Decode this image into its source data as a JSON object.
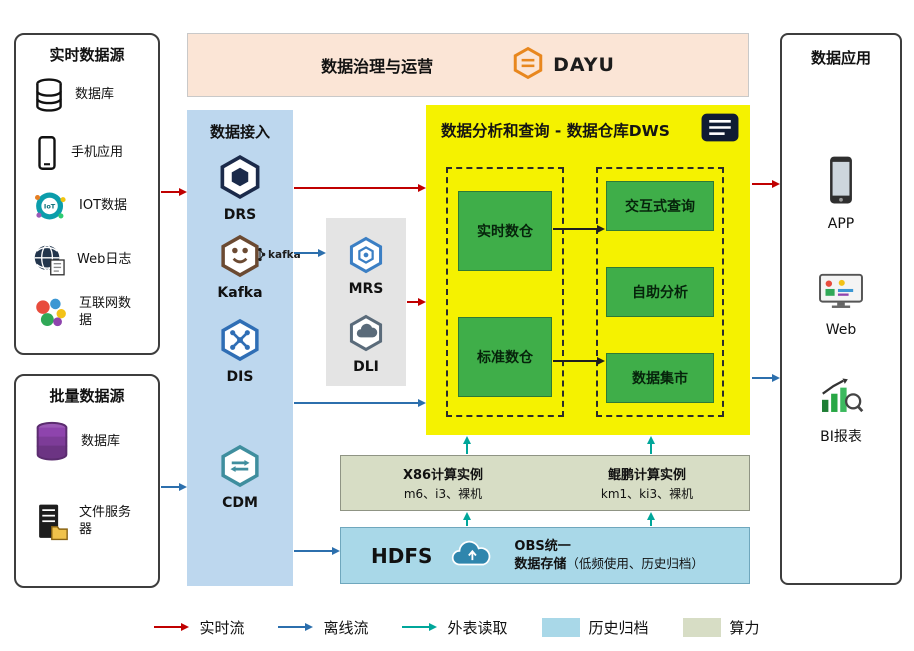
{
  "colors": {
    "realtime_flow": "#c00000",
    "offline_flow": "#2c6fad",
    "external_read": "#00a69a",
    "governance_bg": "#fbe5d6",
    "access_bg": "#bdd7ee",
    "mrs_panel_bg": "#e4e4e4",
    "dws_bg": "#f5f200",
    "green_box": "#3fae49",
    "compute_bg": "#d7ddc5",
    "storage_bg": "#a9d8e8"
  },
  "governance": {
    "title": "数据治理与运营",
    "logo_text": "DAYU"
  },
  "realtime_sources": {
    "title": "实时数据源",
    "items": [
      {
        "label": "数据库"
      },
      {
        "label": "手机应用"
      },
      {
        "label": "IOT数据"
      },
      {
        "label": "Web日志"
      },
      {
        "label": "互联网数据"
      }
    ]
  },
  "batch_sources": {
    "title": "批量数据源",
    "items": [
      {
        "label": "数据库"
      },
      {
        "label": "文件服务器"
      }
    ]
  },
  "data_access": {
    "title": "数据接入",
    "items": [
      {
        "label": "DRS"
      },
      {
        "label": "Kafka",
        "badge": "kafka"
      },
      {
        "label": "DIS"
      },
      {
        "label": "CDM"
      }
    ]
  },
  "mrs_panel": {
    "items": [
      {
        "label": "MRS"
      },
      {
        "label": "DLI"
      }
    ]
  },
  "dws": {
    "title": "数据分析和查询 - 数据仓库DWS",
    "warehouses": [
      "实时数仓",
      "标准数仓"
    ],
    "services": [
      "交互式查询",
      "自助分析",
      "数据集市"
    ]
  },
  "compute": {
    "x86": {
      "title": "X86计算实例",
      "subtitle": "m6、i3、裸机"
    },
    "kunpeng": {
      "title": "鲲鹏计算实例",
      "subtitle": "km1、ki3、裸机"
    }
  },
  "storage": {
    "hdfs": "HDFS",
    "obs_line1": "OBS统一",
    "obs_line2": "数据存储",
    "note": "（低频使用、历史归档）"
  },
  "applications": {
    "title": "数据应用",
    "items": [
      {
        "label": "APP"
      },
      {
        "label": "Web"
      },
      {
        "label": "BI报表"
      }
    ]
  },
  "legend": [
    {
      "type": "arrow",
      "color": "#c00000",
      "label": "实时流"
    },
    {
      "type": "arrow",
      "color": "#2c6fad",
      "label": "离线流"
    },
    {
      "type": "arrow",
      "color": "#00a69a",
      "label": "外表读取"
    },
    {
      "type": "swatch",
      "color": "#a9d8e8",
      "label": "历史归档"
    },
    {
      "type": "swatch",
      "color": "#d7ddc5",
      "label": "算力"
    }
  ]
}
